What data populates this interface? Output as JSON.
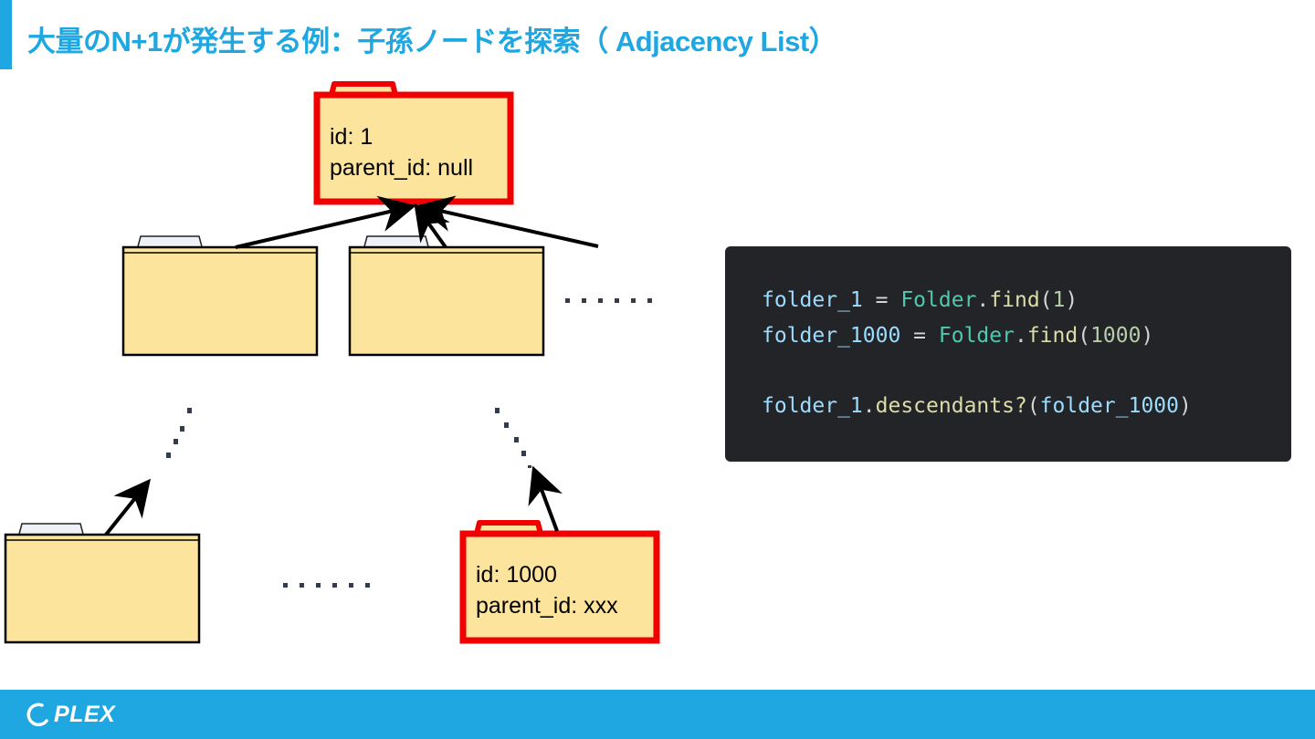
{
  "slide": {
    "title": "大量のN+1が発生する例：子孫ノードを探索（ Adjacency List）"
  },
  "diagram": {
    "root_folder": {
      "id_label": "id: 1",
      "parent_label": "parent_id: null",
      "highlighted": true
    },
    "target_folder": {
      "id_label": "id: 1000",
      "parent_label": "parent_id: xxx",
      "highlighted": true
    },
    "ellipsis_right": "......",
    "ellipsis_bottom": "......",
    "colors": {
      "folder_fill": "#fde49c",
      "highlight_border": "#f00000",
      "edge": "#000000"
    }
  },
  "code": {
    "lines": [
      [
        {
          "t": "folder_1",
          "k": "var"
        },
        {
          "t": " = ",
          "k": "op"
        },
        {
          "t": "Folder",
          "k": "cls"
        },
        {
          "t": ".",
          "k": "punc"
        },
        {
          "t": "find",
          "k": "fn"
        },
        {
          "t": "(",
          "k": "punc"
        },
        {
          "t": "1",
          "k": "num"
        },
        {
          "t": ")",
          "k": "punc"
        }
      ],
      [
        {
          "t": "folder_1000",
          "k": "var"
        },
        {
          "t": " = ",
          "k": "op"
        },
        {
          "t": "Folder",
          "k": "cls"
        },
        {
          "t": ".",
          "k": "punc"
        },
        {
          "t": "find",
          "k": "fn"
        },
        {
          "t": "(",
          "k": "punc"
        },
        {
          "t": "1000",
          "k": "num"
        },
        {
          "t": ")",
          "k": "punc"
        }
      ],
      [],
      [
        {
          "t": "folder_1",
          "k": "var"
        },
        {
          "t": ".",
          "k": "punc"
        },
        {
          "t": "descendants?",
          "k": "fn"
        },
        {
          "t": "(",
          "k": "punc"
        },
        {
          "t": "folder_1000",
          "k": "var"
        },
        {
          "t": ")",
          "k": "punc"
        }
      ]
    ]
  },
  "footer": {
    "logo_text": "PLEX",
    "brand_color": "#1ea7e1"
  }
}
